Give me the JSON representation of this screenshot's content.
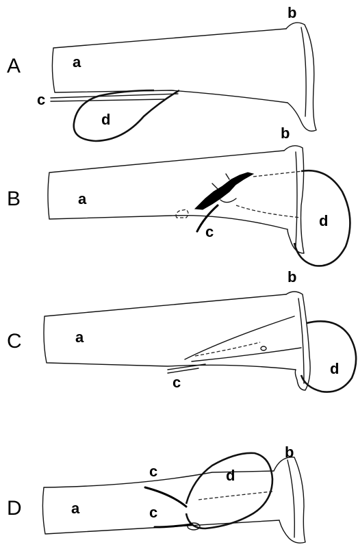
{
  "panels": [
    {
      "label": "A",
      "parts": {
        "a": "a",
        "b": "b",
        "c": "c",
        "d": "d"
      }
    },
    {
      "label": "B",
      "parts": {
        "a": "a",
        "b": "b",
        "c": "c",
        "d": "d"
      }
    },
    {
      "label": "C",
      "parts": {
        "a": "a",
        "b": "b",
        "c": "c",
        "d": "d"
      }
    },
    {
      "label": "D",
      "parts": {
        "a": "a",
        "b": "b",
        "c1": "c",
        "c2": "c",
        "d": "d"
      }
    }
  ]
}
